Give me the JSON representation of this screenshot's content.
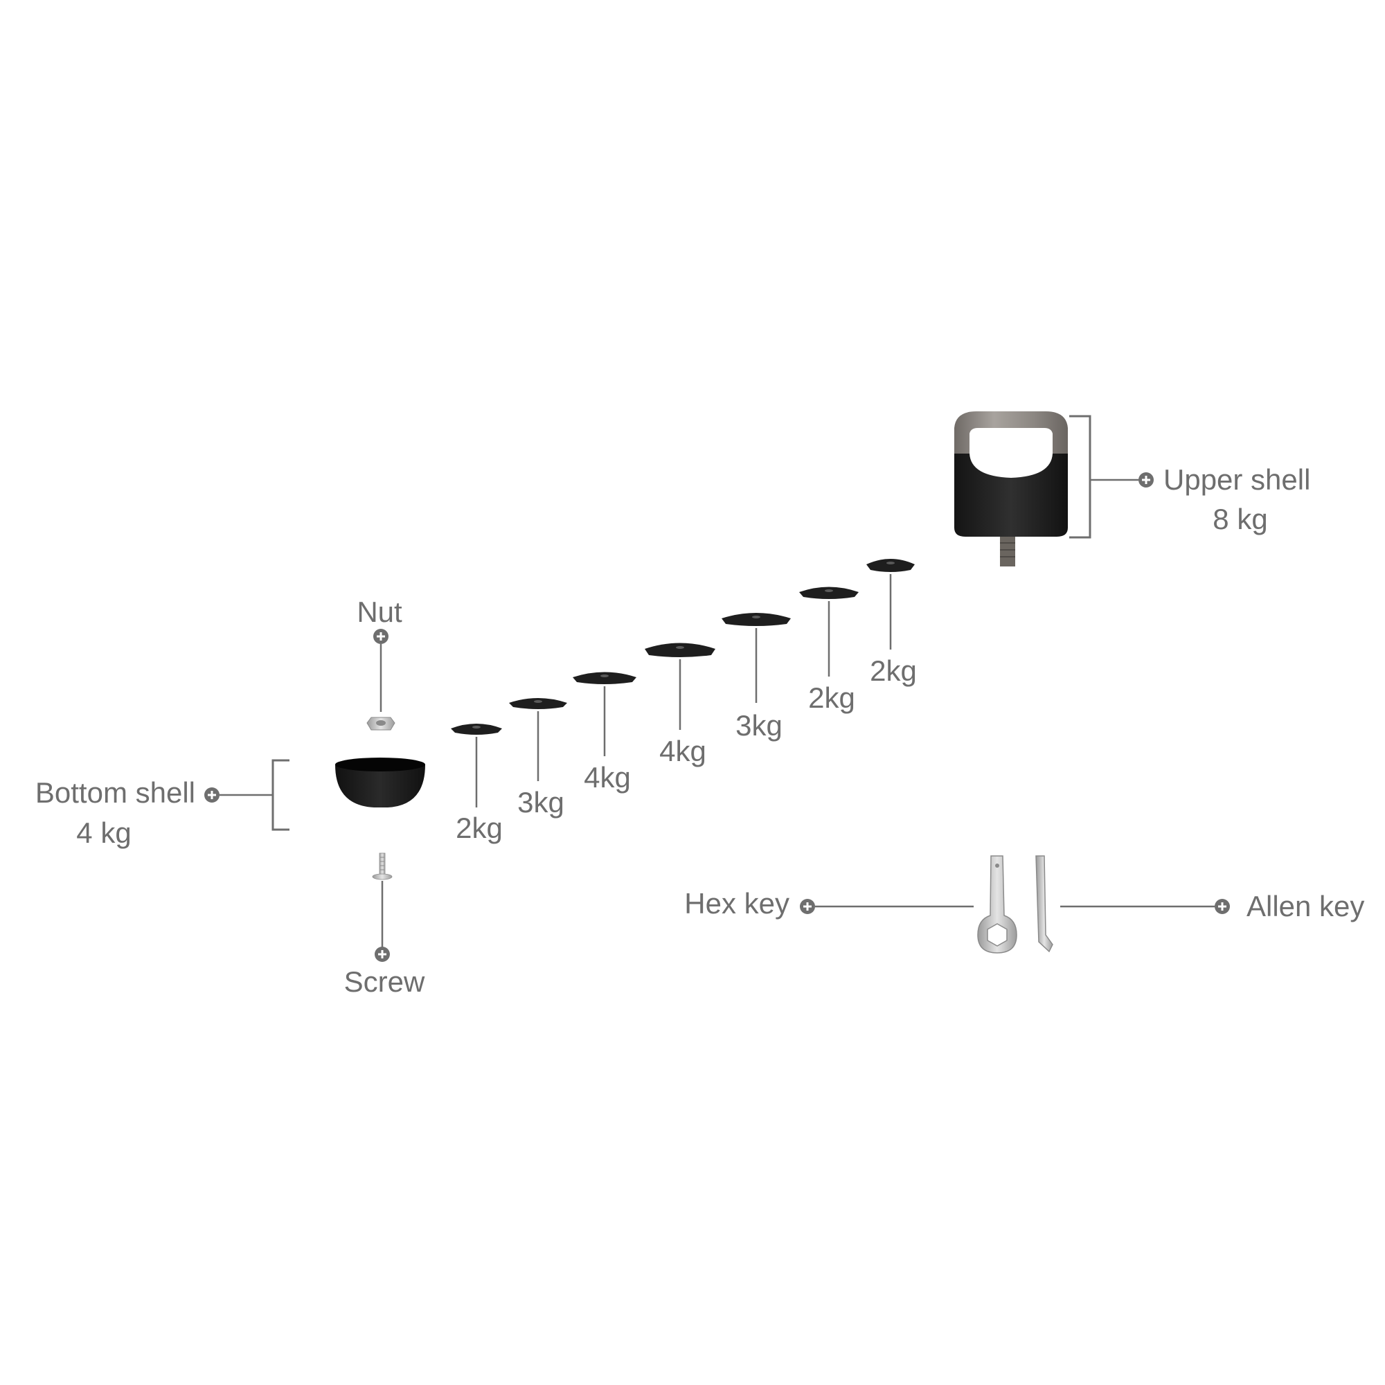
{
  "labels": {
    "nut": "Nut",
    "screw": "Screw",
    "bottom_shell": "Bottom shell",
    "bottom_shell_weight": "4 kg",
    "upper_shell": "Upper shell",
    "upper_shell_weight": "8 kg",
    "hex_key": "Hex key",
    "allen_key": "Allen key"
  },
  "plates": [
    {
      "weight": "2kg"
    },
    {
      "weight": "3kg"
    },
    {
      "weight": "4kg"
    },
    {
      "weight": "4kg"
    },
    {
      "weight": "3kg"
    },
    {
      "weight": "2kg"
    },
    {
      "weight": "2kg"
    }
  ],
  "colors": {
    "line": "#6e6e6e",
    "plate": "#1e1e1e",
    "metal": "#b8b8b8",
    "handle": "#8a8580"
  }
}
